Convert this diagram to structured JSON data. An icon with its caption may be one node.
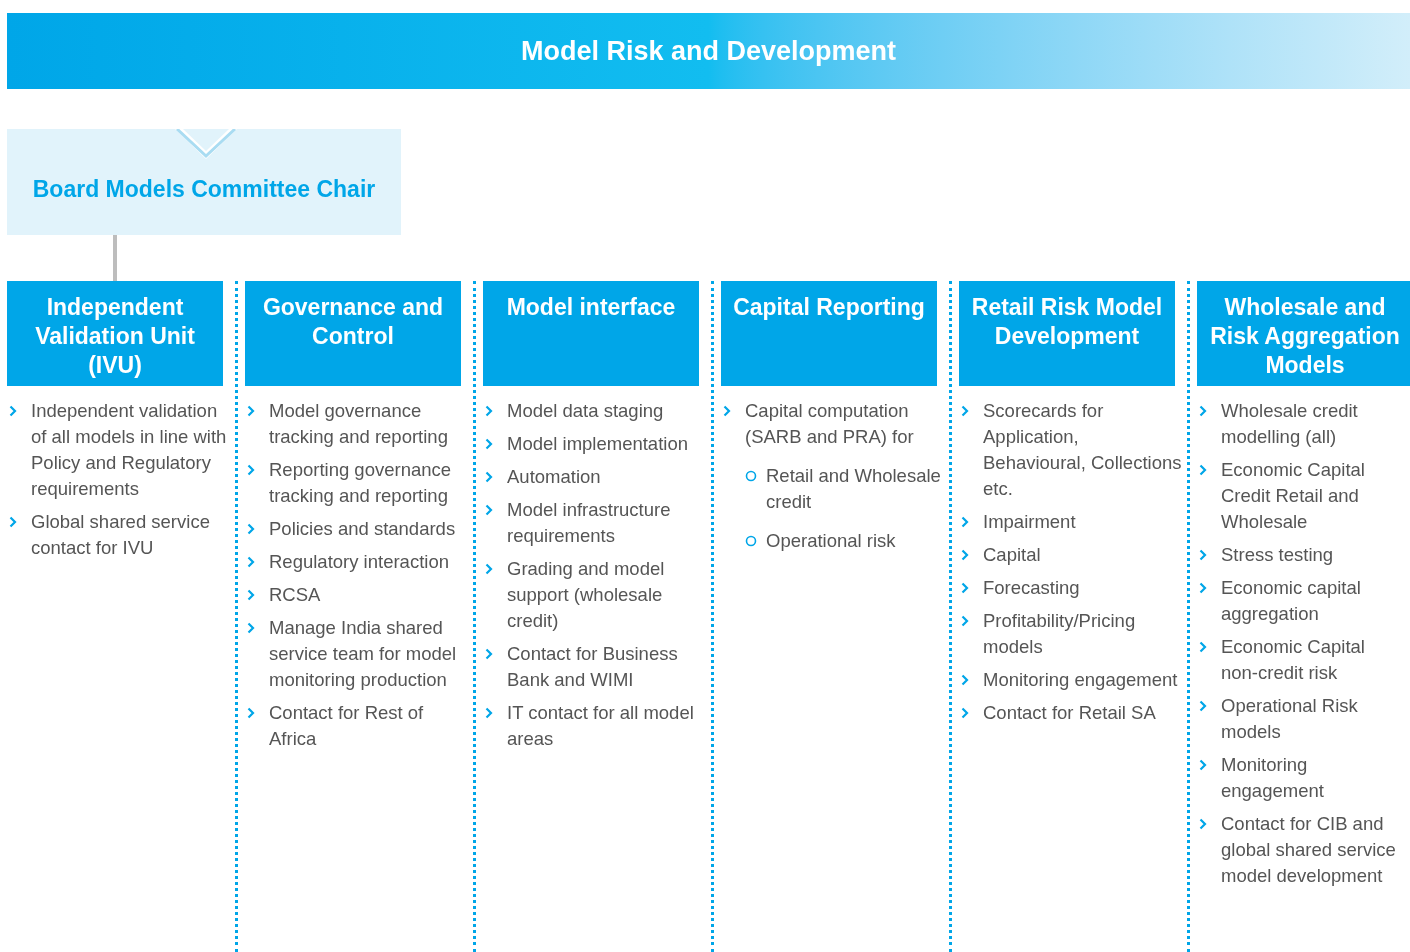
{
  "diagram": {
    "title": "Model Risk and Development",
    "nodes": [
      {
        "text": [
          "Board Models Committee Chair"
        ]
      },
      {
        "text": [
          "Independent Validation Unit (IVU)"
        ],
        "beside": [
          "Independent validation of all models in line with Policy and Regulatory requirements",
          "Global shared service contact for IVU"
        ]
      },
      {
        "text": [
          "Governance and Control"
        ],
        "beside": [
          "Model governance tracking and reporting",
          "Reporting governance tracking and reporting",
          "Policies and standards",
          "Regulatory interaction",
          "RCSA",
          "Manage India shared service team for model monitoring production",
          "Contact for Rest of Africa"
        ]
      },
      {
        "text": [
          "Model interface"
        ],
        "beside": [
          "Model data staging",
          "Model implementation",
          "Automation",
          "Model infrastructure requirements",
          "Grading and model support (wholesale credit)",
          "Contact for Business Bank and WIMI",
          "IT contact for all model areas"
        ]
      },
      {
        "text": [
          "Capital Reporting"
        ],
        "beside": [
          "Capital computation (SARB and PRA) for",
          "Retail and Wholesale credit",
          "Operational risk"
        ]
      },
      {
        "text": [
          "Retail Risk Model Development"
        ],
        "beside": [
          "Scorecards for Application, Behavioural, Collections etc.",
          "Impairment",
          "Capital",
          "Forecasting",
          "Profitability/Pricing models",
          "Monitoring engagement",
          "Contact for Retail SA"
        ]
      },
      {
        "text": [
          "Wholesale and Risk Aggregation Models"
        ],
        "beside": [
          "Wholesale credit modelling (all)",
          "Economic Capital Credit Retail and Wholesale",
          "Stress testing",
          "Economic capital aggregation",
          "Economic Capital non-credit risk",
          "Operational Risk models",
          "Monitoring engagement",
          "Contact for CIB and global shared service model development"
        ]
      }
    ],
    "edges": [
      {
        "from": 0,
        "to": 1,
        "arrow": "none"
      }
    ]
  }
}
